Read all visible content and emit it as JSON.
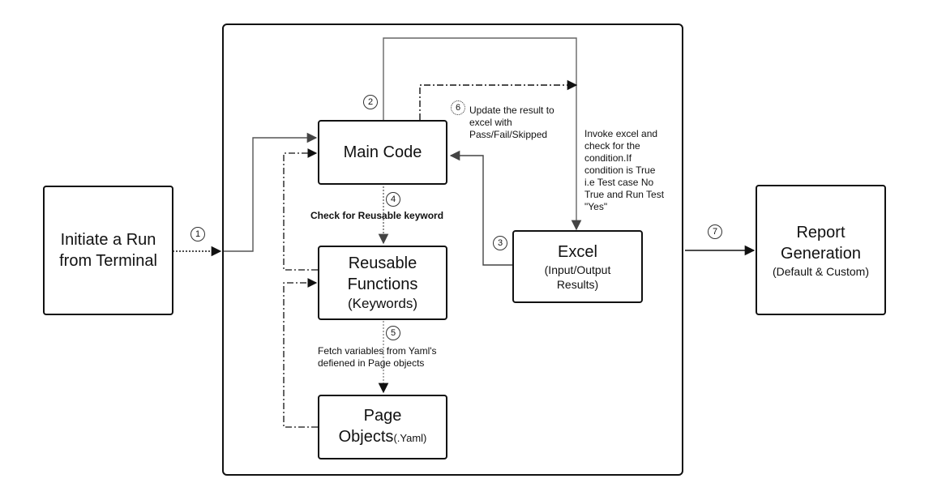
{
  "nodes": {
    "initiate": {
      "line1": "Initiate a Run",
      "line2": "from Terminal"
    },
    "main_code": {
      "label": "Main Code"
    },
    "reusable": {
      "line1": "Reusable",
      "line2": "Functions",
      "line3": "(Keywords)"
    },
    "page_objects": {
      "line1": "Page",
      "line2": "Objects",
      "suffix": "(.Yaml)"
    },
    "excel": {
      "title": "Excel",
      "line1": "(Input/Output",
      "line2": "Results)"
    },
    "report": {
      "line1": "Report",
      "line2": "Generation",
      "line3": "(Default & Custom)"
    }
  },
  "steps": {
    "s1": "1",
    "s2": "2",
    "s3": "3",
    "s4": "4",
    "s5": "5",
    "s6": "6",
    "s7": "7"
  },
  "annotations": {
    "check_reusable": "Check for Reusable keyword",
    "fetch_vars": [
      "Fetch variables from Yaml's",
      "defiened in Page objects"
    ],
    "update_result": [
      "Update the result to",
      "excel with",
      "Pass/Fail/Skipped"
    ],
    "invoke_excel": [
      "Invoke excel and",
      "check for the",
      "condition.If",
      "condition is True",
      "i.e Test case No",
      "True and Run Test",
      "\"Yes\""
    ]
  }
}
